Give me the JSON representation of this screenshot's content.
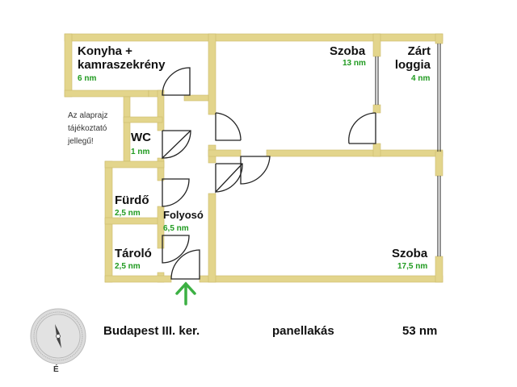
{
  "floorplan": {
    "wall_color": "#e3d58c",
    "wall_border": "#c9b864",
    "area_color": "#1f9a1f",
    "rooms": [
      {
        "name": "Konyha +",
        "name2": "kamraszekrény",
        "area": "6 nm"
      },
      {
        "name": "Szoba",
        "area": "13 nm"
      },
      {
        "name": "Zárt",
        "name2": "loggia",
        "area": "4 nm"
      },
      {
        "name": "WC",
        "area": "1 nm"
      },
      {
        "name": "Fürdő",
        "area": "2,5 nm"
      },
      {
        "name": "Folyosó",
        "area": "6,5 nm"
      },
      {
        "name": "Tároló",
        "area": "2,5 nm"
      },
      {
        "name": "Szoba",
        "area": "17,5 nm"
      }
    ],
    "note": [
      "Az alaprajz",
      "tájékoztató",
      "jellegű!"
    ],
    "entrance_icon": "arrow-up-icon"
  },
  "compass": {
    "north_label": "É",
    "icon": "compass-icon"
  },
  "footer": {
    "location": "Budapest III. ker.",
    "type": "panellakás",
    "total_area": "53 nm"
  }
}
